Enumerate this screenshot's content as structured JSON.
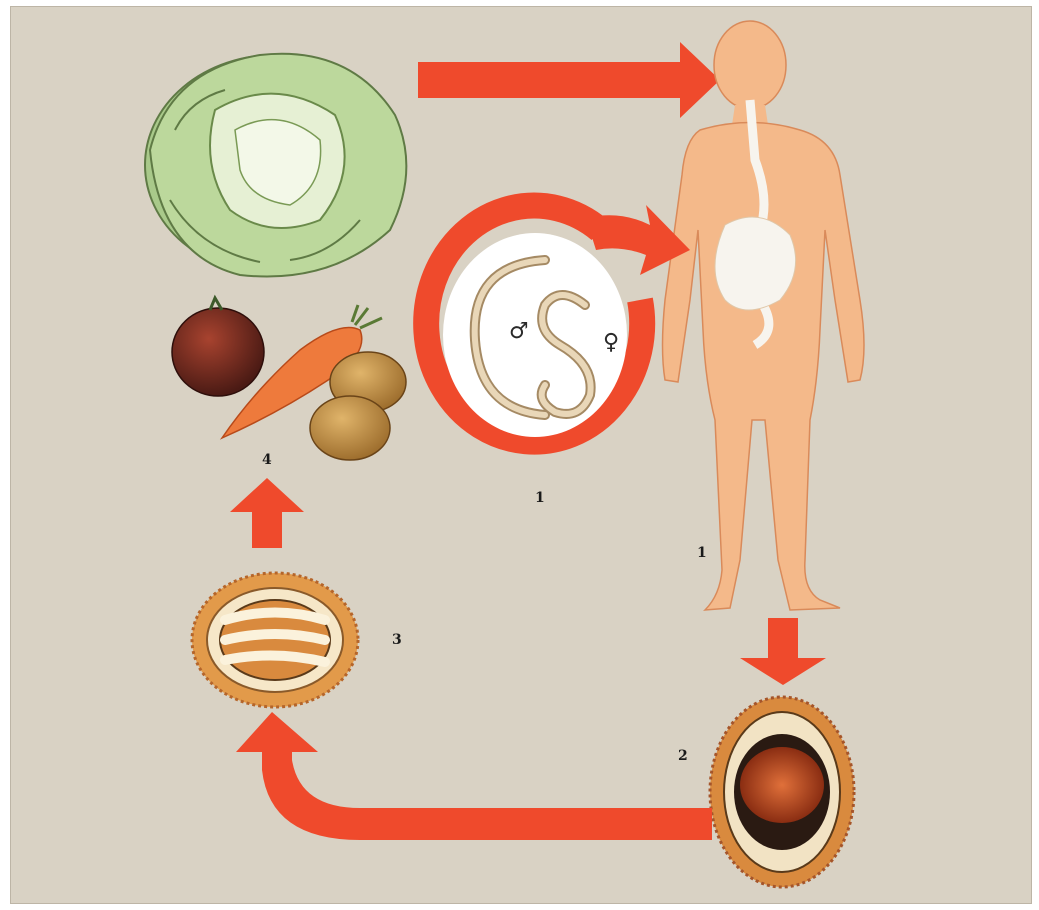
{
  "labels": {
    "adult_worms": "1",
    "human_host": "1",
    "egg": "2",
    "embryonated_egg": "3",
    "food": "4"
  },
  "symbols": {
    "male": "♂",
    "female": "♀"
  },
  "colors": {
    "background": "#d9d2c4",
    "arrow": "#ef4a2c",
    "body": "#f4b98a",
    "gut": "#f7f4ee",
    "cabbage": "#b9d39a",
    "egg_shell": "#d98a3e"
  }
}
